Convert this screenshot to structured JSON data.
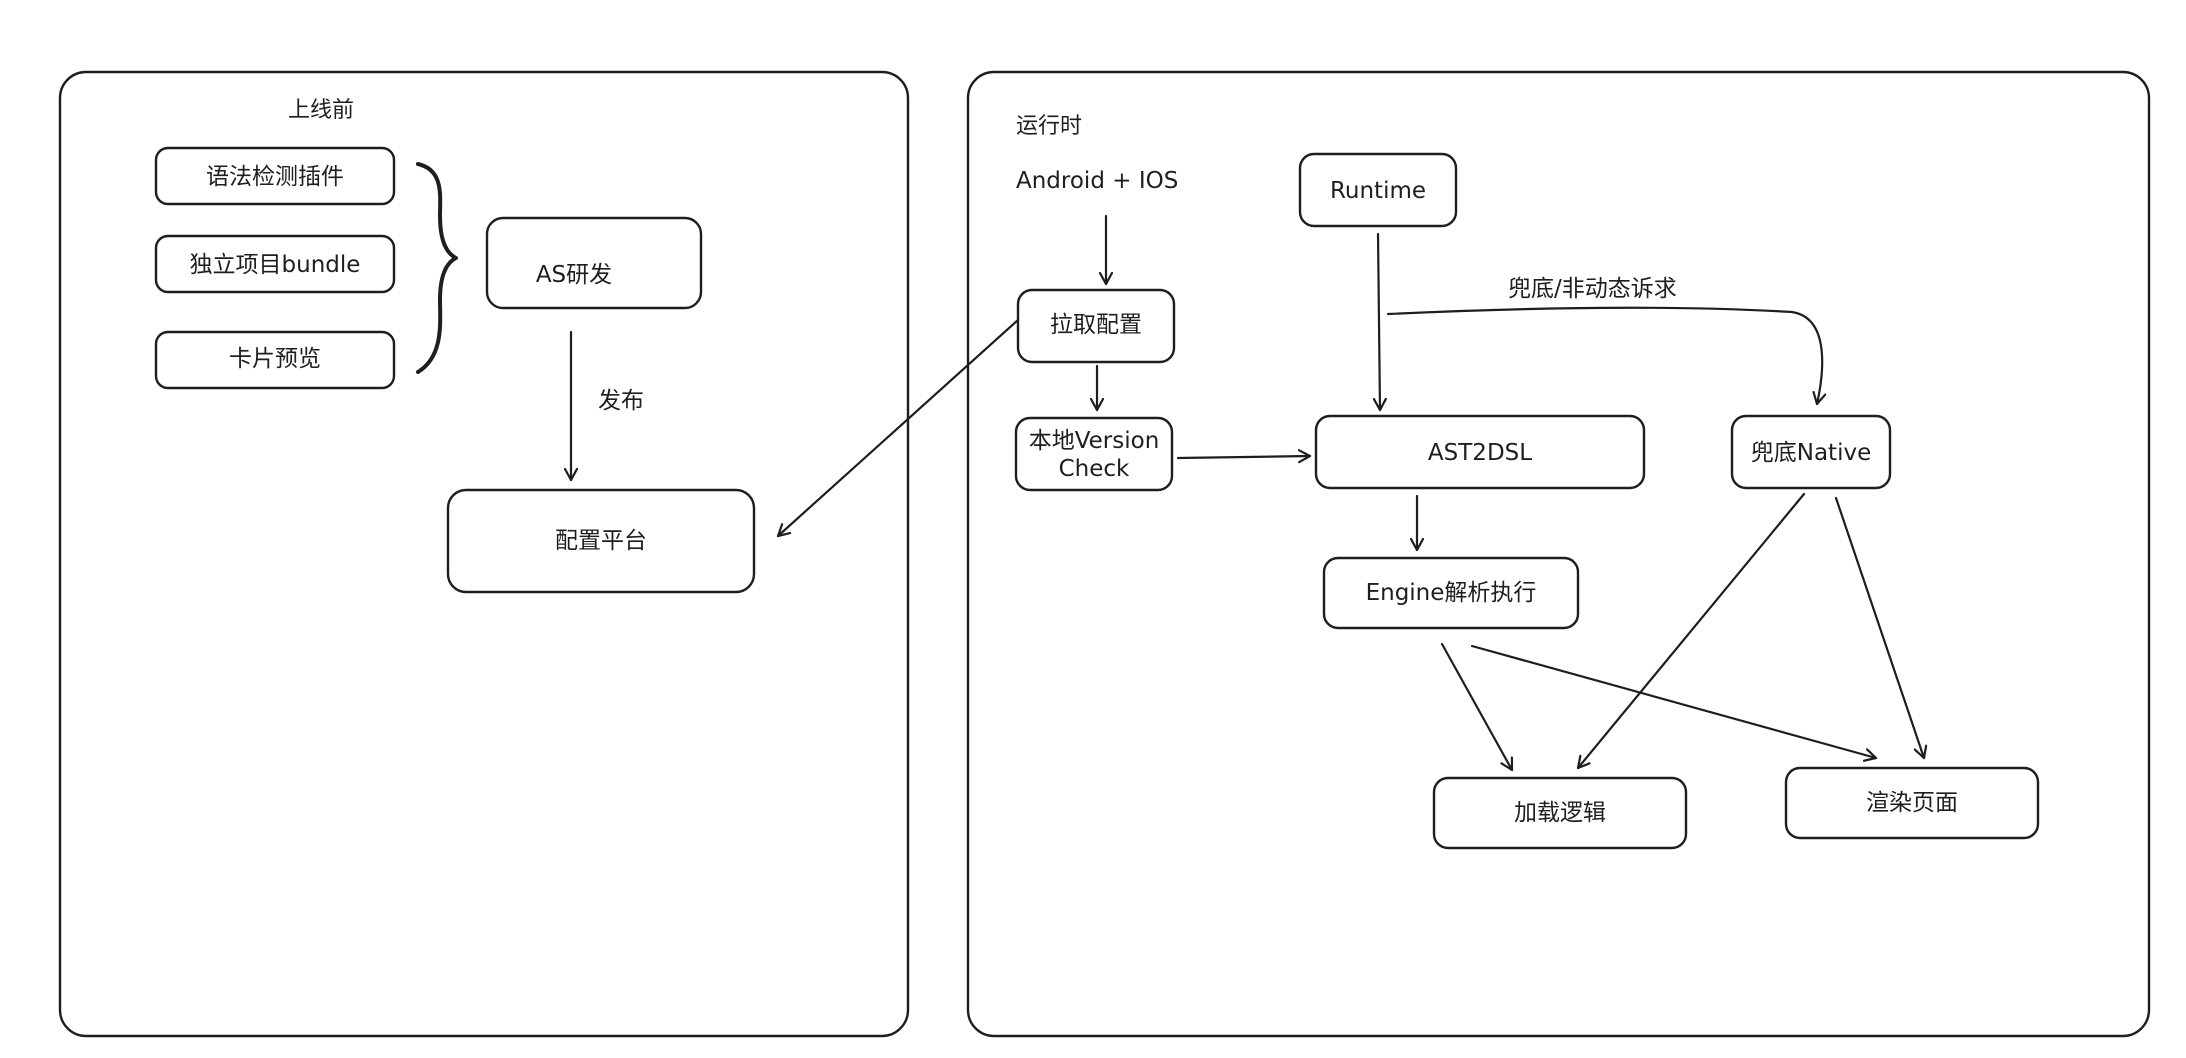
{
  "panes": {
    "prelaunch": {
      "title": "上线前"
    },
    "runtime": {
      "title": "运行时"
    }
  },
  "nodes": {
    "syntax_plugin": "语法检测插件",
    "standalone_bundle": "独立项目bundle",
    "card_preview": "卡片预览",
    "as_dev": "AS研发",
    "config_platform": "配置平台",
    "platforms": "Android + IOS",
    "pull_config": "拉取配置",
    "version_check_line1": "本地Version",
    "version_check_line2": "Check",
    "runtime": "Runtime",
    "ast2dsl": "AST2DSL",
    "fallback_native": "兜底Native",
    "engine": "Engine解析执行",
    "load_logic": "加载逻辑",
    "render_page": "渲染页面"
  },
  "edges": {
    "publish": "发布",
    "fallback_request": "兜底/非动态诉求"
  },
  "colors": {
    "ink": "#1e1e1e",
    "background": "#ffffff"
  }
}
